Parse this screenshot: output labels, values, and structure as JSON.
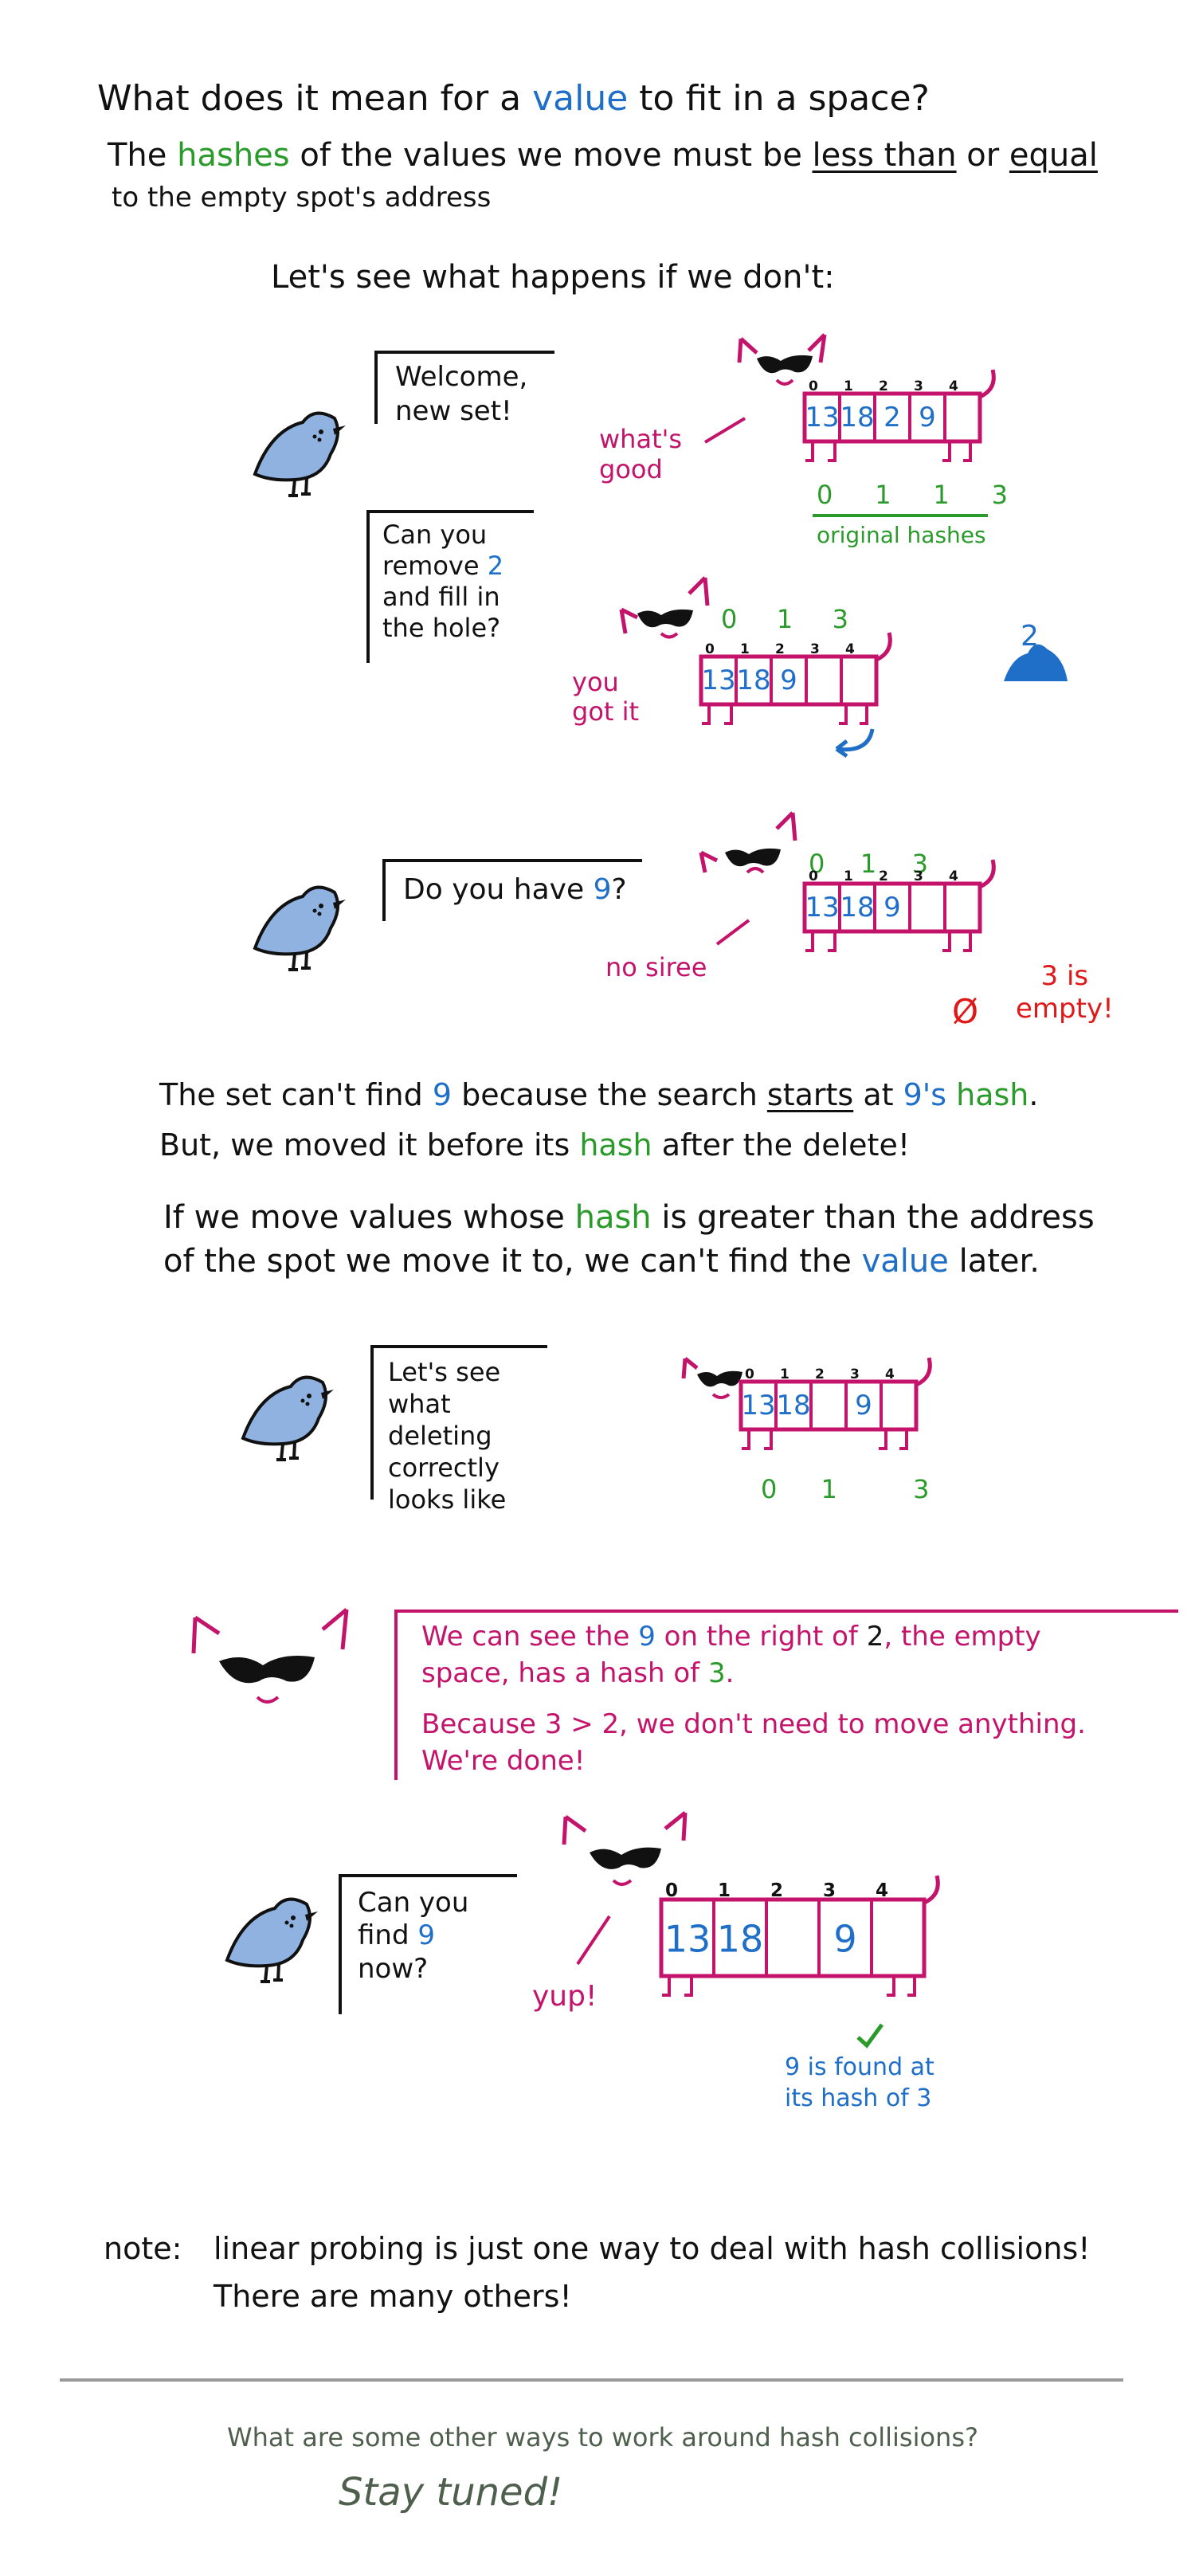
{
  "title": {
    "q1": "What does it mean for a",
    "q_value": "value",
    "q2": "to fit in a space?"
  },
  "intro": {
    "w1": "The",
    "hashes": "hashes",
    "w2": "of the values we move must be",
    "less_than": "less than",
    "or": "or",
    "equal": "equal",
    "line2": "to the empty spot's address"
  },
  "lets_see": "Let's see what happens if we don't:",
  "scene1": {
    "bird_bubble_1": "Welcome, new set!",
    "cat_caption": "what's good",
    "array": [
      "13",
      "18",
      "2",
      "9",
      ""
    ],
    "indices": [
      "0",
      "1",
      "2",
      "3",
      "4"
    ],
    "hashes": [
      "0",
      "1",
      "1",
      "3"
    ],
    "hashes_label": "original hashes"
  },
  "scene2": {
    "bird_bubble": [
      "Can you",
      "remove",
      "2",
      "and fill in",
      "the hole?"
    ],
    "cat_caption": "you got it",
    "hashes": [
      "0",
      "1",
      "3"
    ],
    "array": [
      "13",
      "18",
      "9",
      "",
      ""
    ],
    "indices": [
      "0",
      "1",
      "2",
      "3",
      "4"
    ],
    "pile_label": "2"
  },
  "scene3": {
    "bird_bubble_a": "Do you have",
    "bird_bubble_b": "9",
    "bird_bubble_c": "?",
    "cat_caption": "no siree",
    "hashes": [
      "0",
      "1",
      "3"
    ],
    "array": [
      "13",
      "18",
      "9",
      "",
      ""
    ],
    "indices": [
      "0",
      "1",
      "2",
      "3",
      "4"
    ],
    "empty_symbol": "Ø",
    "empty_note_a": "3 is",
    "empty_note_b": "empty!"
  },
  "explain": {
    "l1_a": "The set can't find",
    "l1_9": "9",
    "l1_b": "because the search",
    "l1_starts": "starts",
    "l1_c": "at",
    "l1_9s": "9's",
    "l1_hash": "hash",
    "l1_d": ".",
    "l2_a": "But, we moved it before its",
    "l2_hash": "hash",
    "l2_b": "after the delete!",
    "l3_a": "If we move values whose",
    "l3_hash": "hash",
    "l3_b": "is greater than the address",
    "l4_a": "of the spot we move it to, we can't find the",
    "l4_value": "value",
    "l4_b": "later."
  },
  "scene4": {
    "bird_bubble": [
      "Let's see",
      "what deleting",
      "correctly",
      "looks like"
    ],
    "array": [
      "13",
      "18",
      "",
      "9",
      ""
    ],
    "indices": [
      "0",
      "1",
      "2",
      "3",
      "4"
    ],
    "hashes": [
      "0",
      "1",
      "3"
    ]
  },
  "scene5": {
    "l1_a": "We can see the",
    "l1_9": "9",
    "l1_b": "on the right of",
    "l1_2": "2",
    "l1_c": ", the empty",
    "l2_a": "space, has a hash of",
    "l2_3": "3",
    "l2_b": ".",
    "l3": "Because 3 > 2, we don't need to move anything.",
    "l4": "We're done!"
  },
  "scene6": {
    "bird_bubble": [
      "Can you",
      "find",
      "9",
      "now?"
    ],
    "cat_caption": "yup!",
    "array": [
      "13",
      "18",
      "",
      "9",
      ""
    ],
    "indices": [
      "0",
      "1",
      "2",
      "3",
      "4"
    ],
    "found_a": "9 is found at",
    "found_b": "its hash of 3"
  },
  "note": {
    "label": "note:",
    "l1": "linear probing is just one way to deal with hash collisions!",
    "l2": "There are many others!"
  },
  "footer": {
    "question": "What are some other ways to work around hash collisions?",
    "tuned": "Stay tuned!"
  },
  "colors": {
    "blue": "#1f6fc9",
    "green": "#2a9a2a",
    "pink": "#c4136b",
    "red": "#e01818",
    "bird": "#8fb2e0",
    "footer_grey": "#4e5f4e"
  }
}
